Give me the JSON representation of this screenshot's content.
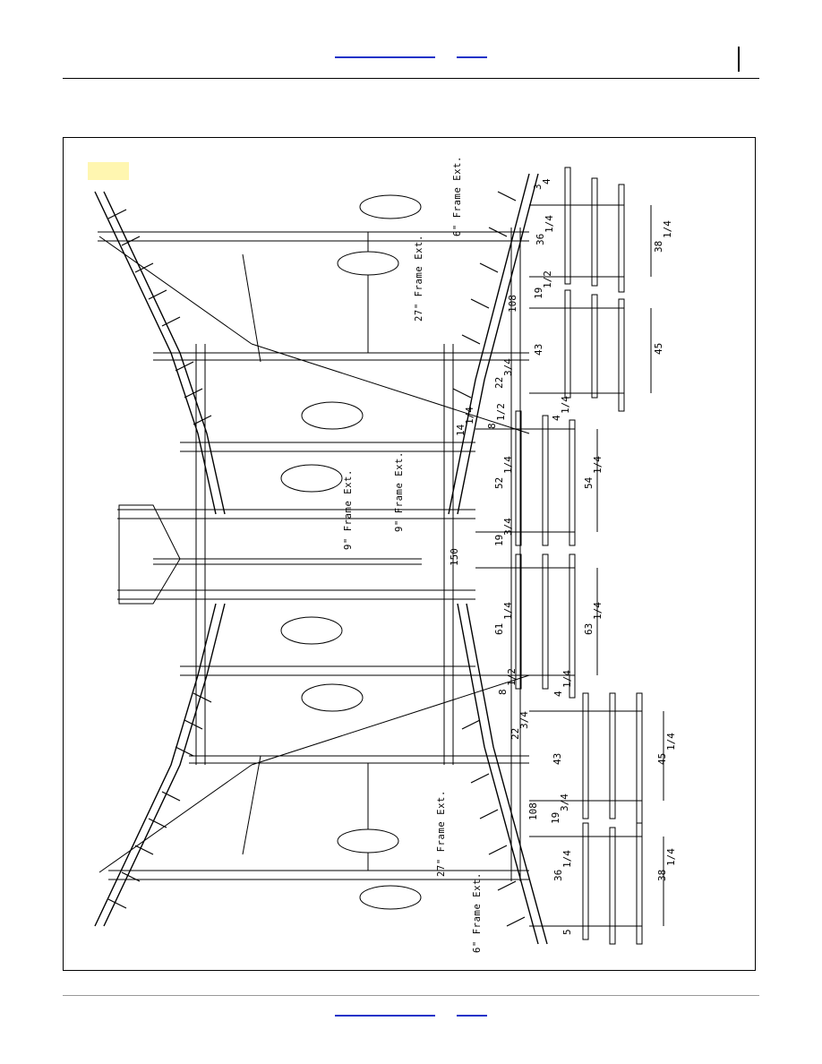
{
  "header": {
    "link_color": "#1a33c8"
  },
  "footer": {},
  "figure": {
    "highlight_color": "#fff6b0",
    "frame_labels": {
      "top_6": "6\" Frame Ext.",
      "top_27": "27\" Frame Ext.",
      "center_9a": "9\" Frame Ext.",
      "center_9b": "9\" Frame Ext.",
      "bottom_27": "27\" Frame Ext.",
      "bottom_6": "6\" Frame Ext."
    },
    "dims": {
      "d1": "3",
      "d2": "4",
      "d3": "36",
      "d4": "1/4",
      "d5": "38",
      "d6": "1/4",
      "d7": "108",
      "d8": "19",
      "d9": "1/2",
      "d10": "43",
      "d11": "45",
      "d12": "22",
      "d13": "3/4",
      "d14": "4",
      "d15": "1/4",
      "d16": "8",
      "d17": "1/2",
      "d18": "14",
      "d19": "1/4",
      "d20": "52",
      "d21": "1/4",
      "d22": "54",
      "d23": "1/4",
      "d24": "19",
      "d25": "3/4",
      "d26": "150",
      "d27": "61",
      "d28": "1/4",
      "d29": "63",
      "d30": "1/4",
      "d31": "8",
      "d32": "1/2",
      "d33": "4",
      "d34": "1/4",
      "d35": "22",
      "d36": "3/4",
      "d37": "43",
      "d38": "45",
      "d39": "1/4",
      "d40": "108",
      "d41": "19",
      "d42": "3/4",
      "d43": "36",
      "d44": "1/4",
      "d45": "38",
      "d46": "1/4",
      "d47": "5"
    }
  }
}
